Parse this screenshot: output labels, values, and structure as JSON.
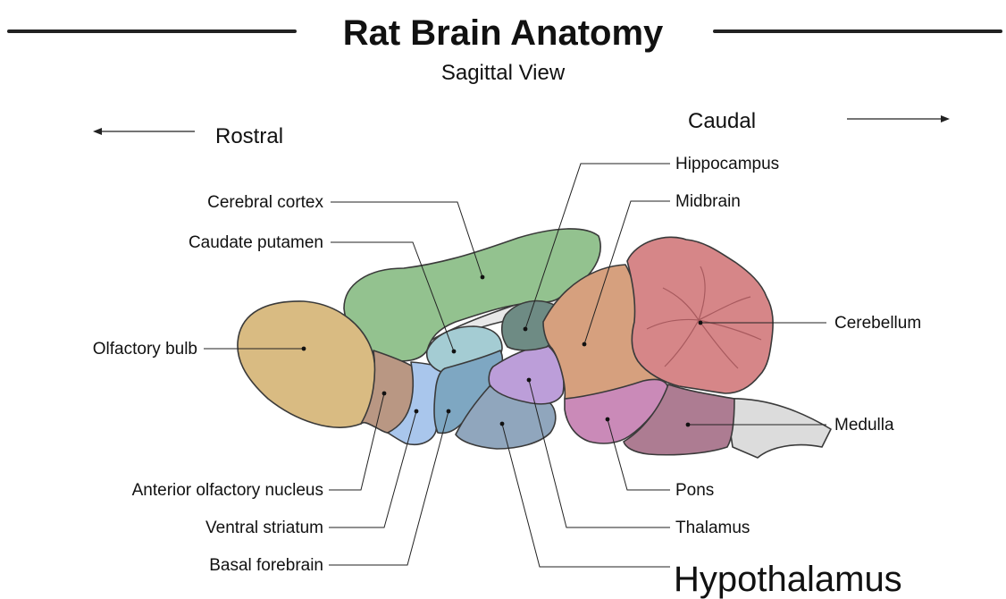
{
  "title": "Rat Brain Anatomy",
  "subtitle": "Sagittal View",
  "directions": {
    "rostral": "Rostral",
    "caudal": "Caudal"
  },
  "labels": {
    "hippocampus": "Hippocampus",
    "cerebral_cortex": "Cerebral cortex",
    "midbrain": "Midbrain",
    "caudate_putamen": "Caudate putamen",
    "cerebellum": "Cerebellum",
    "olfactory_bulb": "Olfactory bulb",
    "medulla": "Medulla",
    "anterior_olfactory_nucleus": "Anterior olfactory nucleus",
    "pons": "Pons",
    "ventral_striatum": "Ventral striatum",
    "thalamus": "Thalamus",
    "basal_forebrain": "Basal forebrain",
    "hypothalamus": "Hypothalamus"
  },
  "colors": {
    "olfactory_bulb": "#d9bb82",
    "anterior_olfactory_nucleus": "#b99783",
    "ventral_striatum": "#a9c6ec",
    "basal_forebrain": "#7ea7c2",
    "caudate_putamen": "#a4ccd3",
    "hypothalamus": "#90a6bd",
    "thalamus": "#bc9ed9",
    "hippocampus": "#6e8b84",
    "cerebral_cortex": "#93c28f",
    "midbrain": "#d6a07e",
    "cerebellum": "#d68688",
    "pons": "#ca8ab8",
    "medulla": "#ad7c92",
    "spinal_cord": "#dcdcdc",
    "ventricle": "#e8e8e8"
  }
}
